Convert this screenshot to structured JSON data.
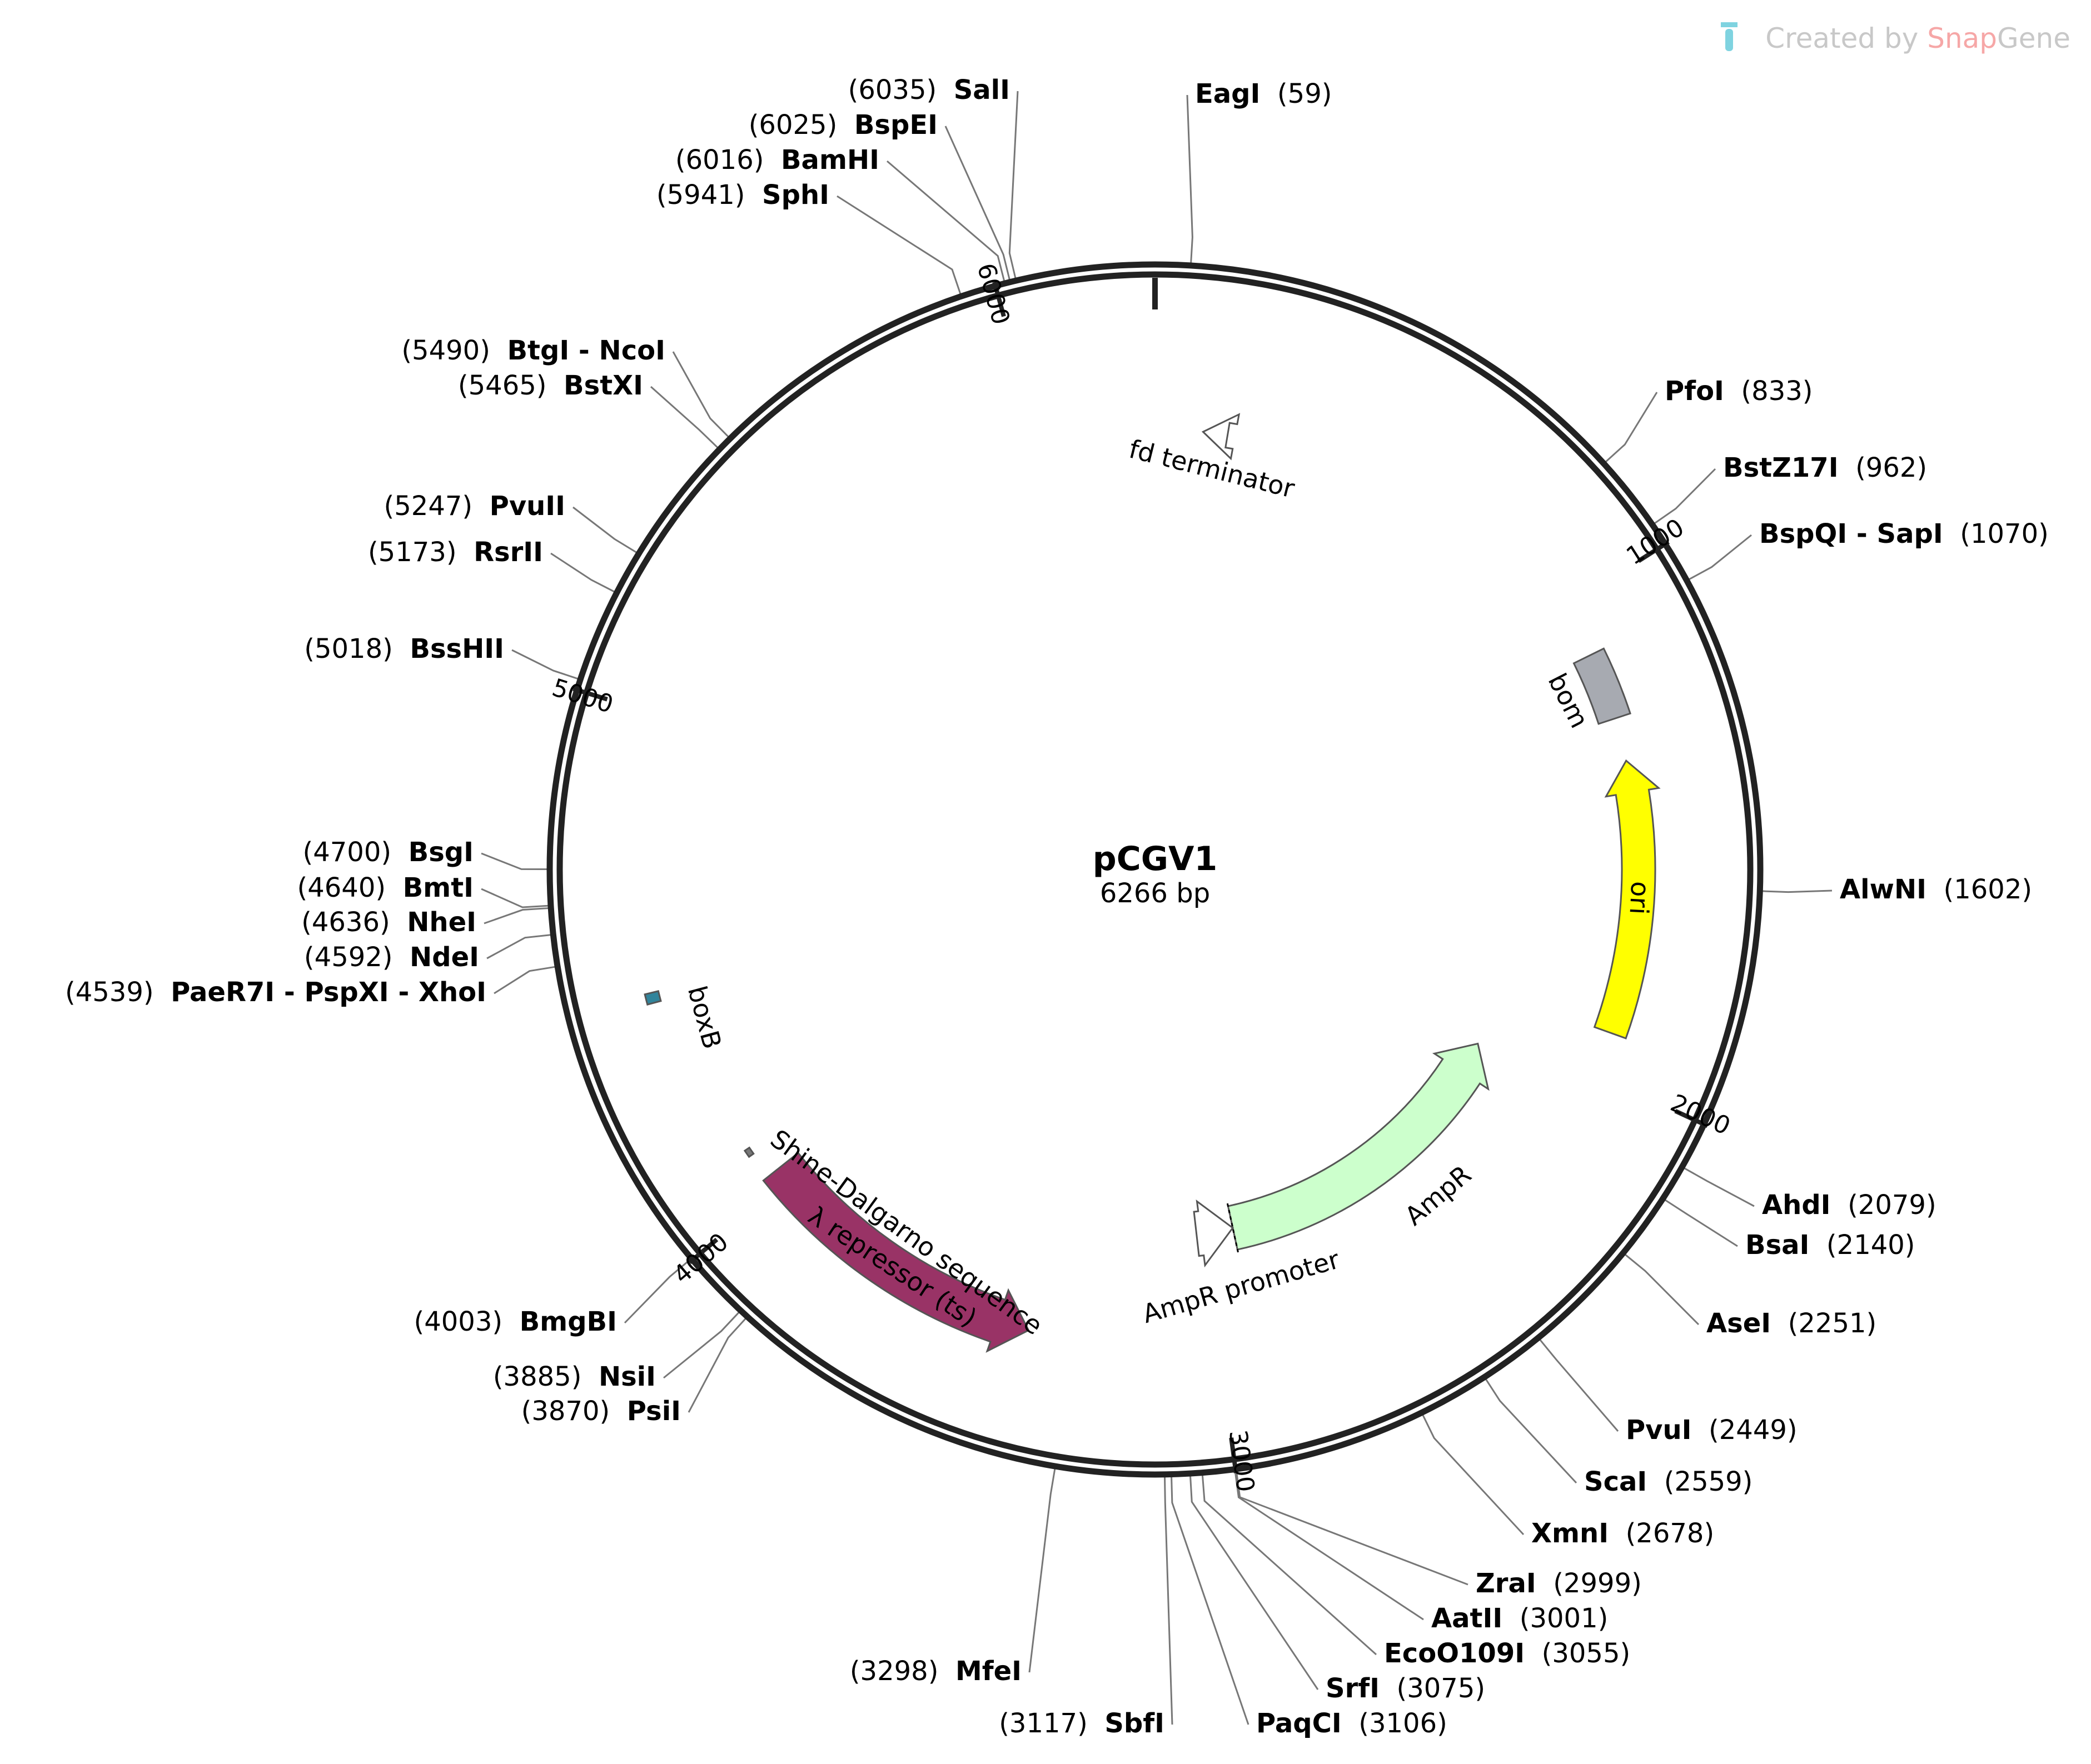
{
  "plasmid": {
    "name": "pCGV1",
    "length": 6266,
    "length_label": "6266 bp"
  },
  "credit": {
    "prefix": "Created by ",
    "snap": "Snap",
    "gene": "Gene"
  },
  "ticks": [
    {
      "pos": 1000,
      "label": "1000"
    },
    {
      "pos": 2000,
      "label": "2000"
    },
    {
      "pos": 3000,
      "label": "3000"
    },
    {
      "pos": 4000,
      "label": "4000"
    },
    {
      "pos": 5000,
      "label": "5000"
    },
    {
      "pos": 6000,
      "label": "6000"
    }
  ],
  "features": [
    {
      "name": "fd terminator",
      "start": 109,
      "end": 165,
      "direction": "reverse",
      "type": "terminator",
      "color": "#ffffff"
    },
    {
      "name": "bom",
      "start": 1110,
      "end": 1250,
      "direction": "none",
      "type": "misc",
      "color": "#a7aab1"
    },
    {
      "name": "ori",
      "start": 1340,
      "end": 1910,
      "direction": "reverse",
      "type": "rep_origin",
      "color": "#ffff00"
    },
    {
      "name": "AmpR",
      "start": 2060,
      "end": 2920,
      "direction": "reverse",
      "type": "CDS",
      "color": "#ccffcc"
    },
    {
      "name": "AmpR promoter",
      "start": 2920,
      "end": 3020,
      "direction": "reverse",
      "type": "promoter",
      "color": "#ffffff"
    },
    {
      "name": "λ repressor (ts)",
      "start": 3400,
      "end": 4030,
      "direction": "reverse",
      "type": "CDS",
      "color": "#993366"
    },
    {
      "name": "Shine-Dalgarno sequence",
      "start": 4085,
      "end": 4100,
      "direction": "none",
      "type": "RBS",
      "color": "#777777"
    },
    {
      "name": "boxB",
      "start": 4440,
      "end": 4460,
      "direction": "none",
      "type": "misc",
      "color": "#31849b"
    }
  ],
  "enzymes": [
    {
      "name": "EagI",
      "pos": 59,
      "pos_label": "(59)"
    },
    {
      "name": "PfoI",
      "pos": 833,
      "pos_label": "(833)"
    },
    {
      "name": "BstZ17I",
      "pos": 962,
      "pos_label": "(962)"
    },
    {
      "name": "BspQI - SapI",
      "pos": 1070,
      "pos_label": "(1070)"
    },
    {
      "name": "AlwNI",
      "pos": 1602,
      "pos_label": "(1602)"
    },
    {
      "name": "AhdI",
      "pos": 2079,
      "pos_label": "(2079)"
    },
    {
      "name": "BsaI",
      "pos": 2140,
      "pos_label": "(2140)"
    },
    {
      "name": "AseI",
      "pos": 2251,
      "pos_label": "(2251)"
    },
    {
      "name": "PvuI",
      "pos": 2449,
      "pos_label": "(2449)"
    },
    {
      "name": "ScaI",
      "pos": 2559,
      "pos_label": "(2559)"
    },
    {
      "name": "XmnI",
      "pos": 2678,
      "pos_label": "(2678)"
    },
    {
      "name": "ZraI",
      "pos": 2999,
      "pos_label": "(2999)"
    },
    {
      "name": "AatII",
      "pos": 3001,
      "pos_label": "(3001)"
    },
    {
      "name": "EcoO109I",
      "pos": 3055,
      "pos_label": "(3055)"
    },
    {
      "name": "SrfI",
      "pos": 3075,
      "pos_label": "(3075)"
    },
    {
      "name": "PaqCI",
      "pos": 3106,
      "pos_label": "(3106)"
    },
    {
      "name": "SbfI",
      "pos": 3117,
      "pos_label": "(3117)"
    },
    {
      "name": "MfeI",
      "pos": 3298,
      "pos_label": "(3298)"
    },
    {
      "name": "PsiI",
      "pos": 3870,
      "pos_label": "(3870)"
    },
    {
      "name": "NsiI",
      "pos": 3885,
      "pos_label": "(3885)"
    },
    {
      "name": "BmgBI",
      "pos": 4003,
      "pos_label": "(4003)"
    },
    {
      "name": "PaeR7I - PspXI - XhoI",
      "pos": 4539,
      "pos_label": "(4539)"
    },
    {
      "name": "NdeI",
      "pos": 4592,
      "pos_label": "(4592)"
    },
    {
      "name": "NheI",
      "pos": 4636,
      "pos_label": "(4636)"
    },
    {
      "name": "BmtI",
      "pos": 4640,
      "pos_label": "(4640)"
    },
    {
      "name": "BsgI",
      "pos": 4700,
      "pos_label": "(4700)"
    },
    {
      "name": "BssHII",
      "pos": 5018,
      "pos_label": "(5018)"
    },
    {
      "name": "RsrII",
      "pos": 5173,
      "pos_label": "(5173)"
    },
    {
      "name": "PvuII",
      "pos": 5247,
      "pos_label": "(5247)"
    },
    {
      "name": "BstXI",
      "pos": 5465,
      "pos_label": "(5465)"
    },
    {
      "name": "BtgI - NcoI",
      "pos": 5490,
      "pos_label": "(5490)"
    },
    {
      "name": "SphI",
      "pos": 5941,
      "pos_label": "(5941)"
    },
    {
      "name": "BamHI",
      "pos": 6016,
      "pos_label": "(6016)"
    },
    {
      "name": "BspEI",
      "pos": 6025,
      "pos_label": "(6025)"
    },
    {
      "name": "SalI",
      "pos": 6035,
      "pos_label": "(6035)"
    }
  ]
}
